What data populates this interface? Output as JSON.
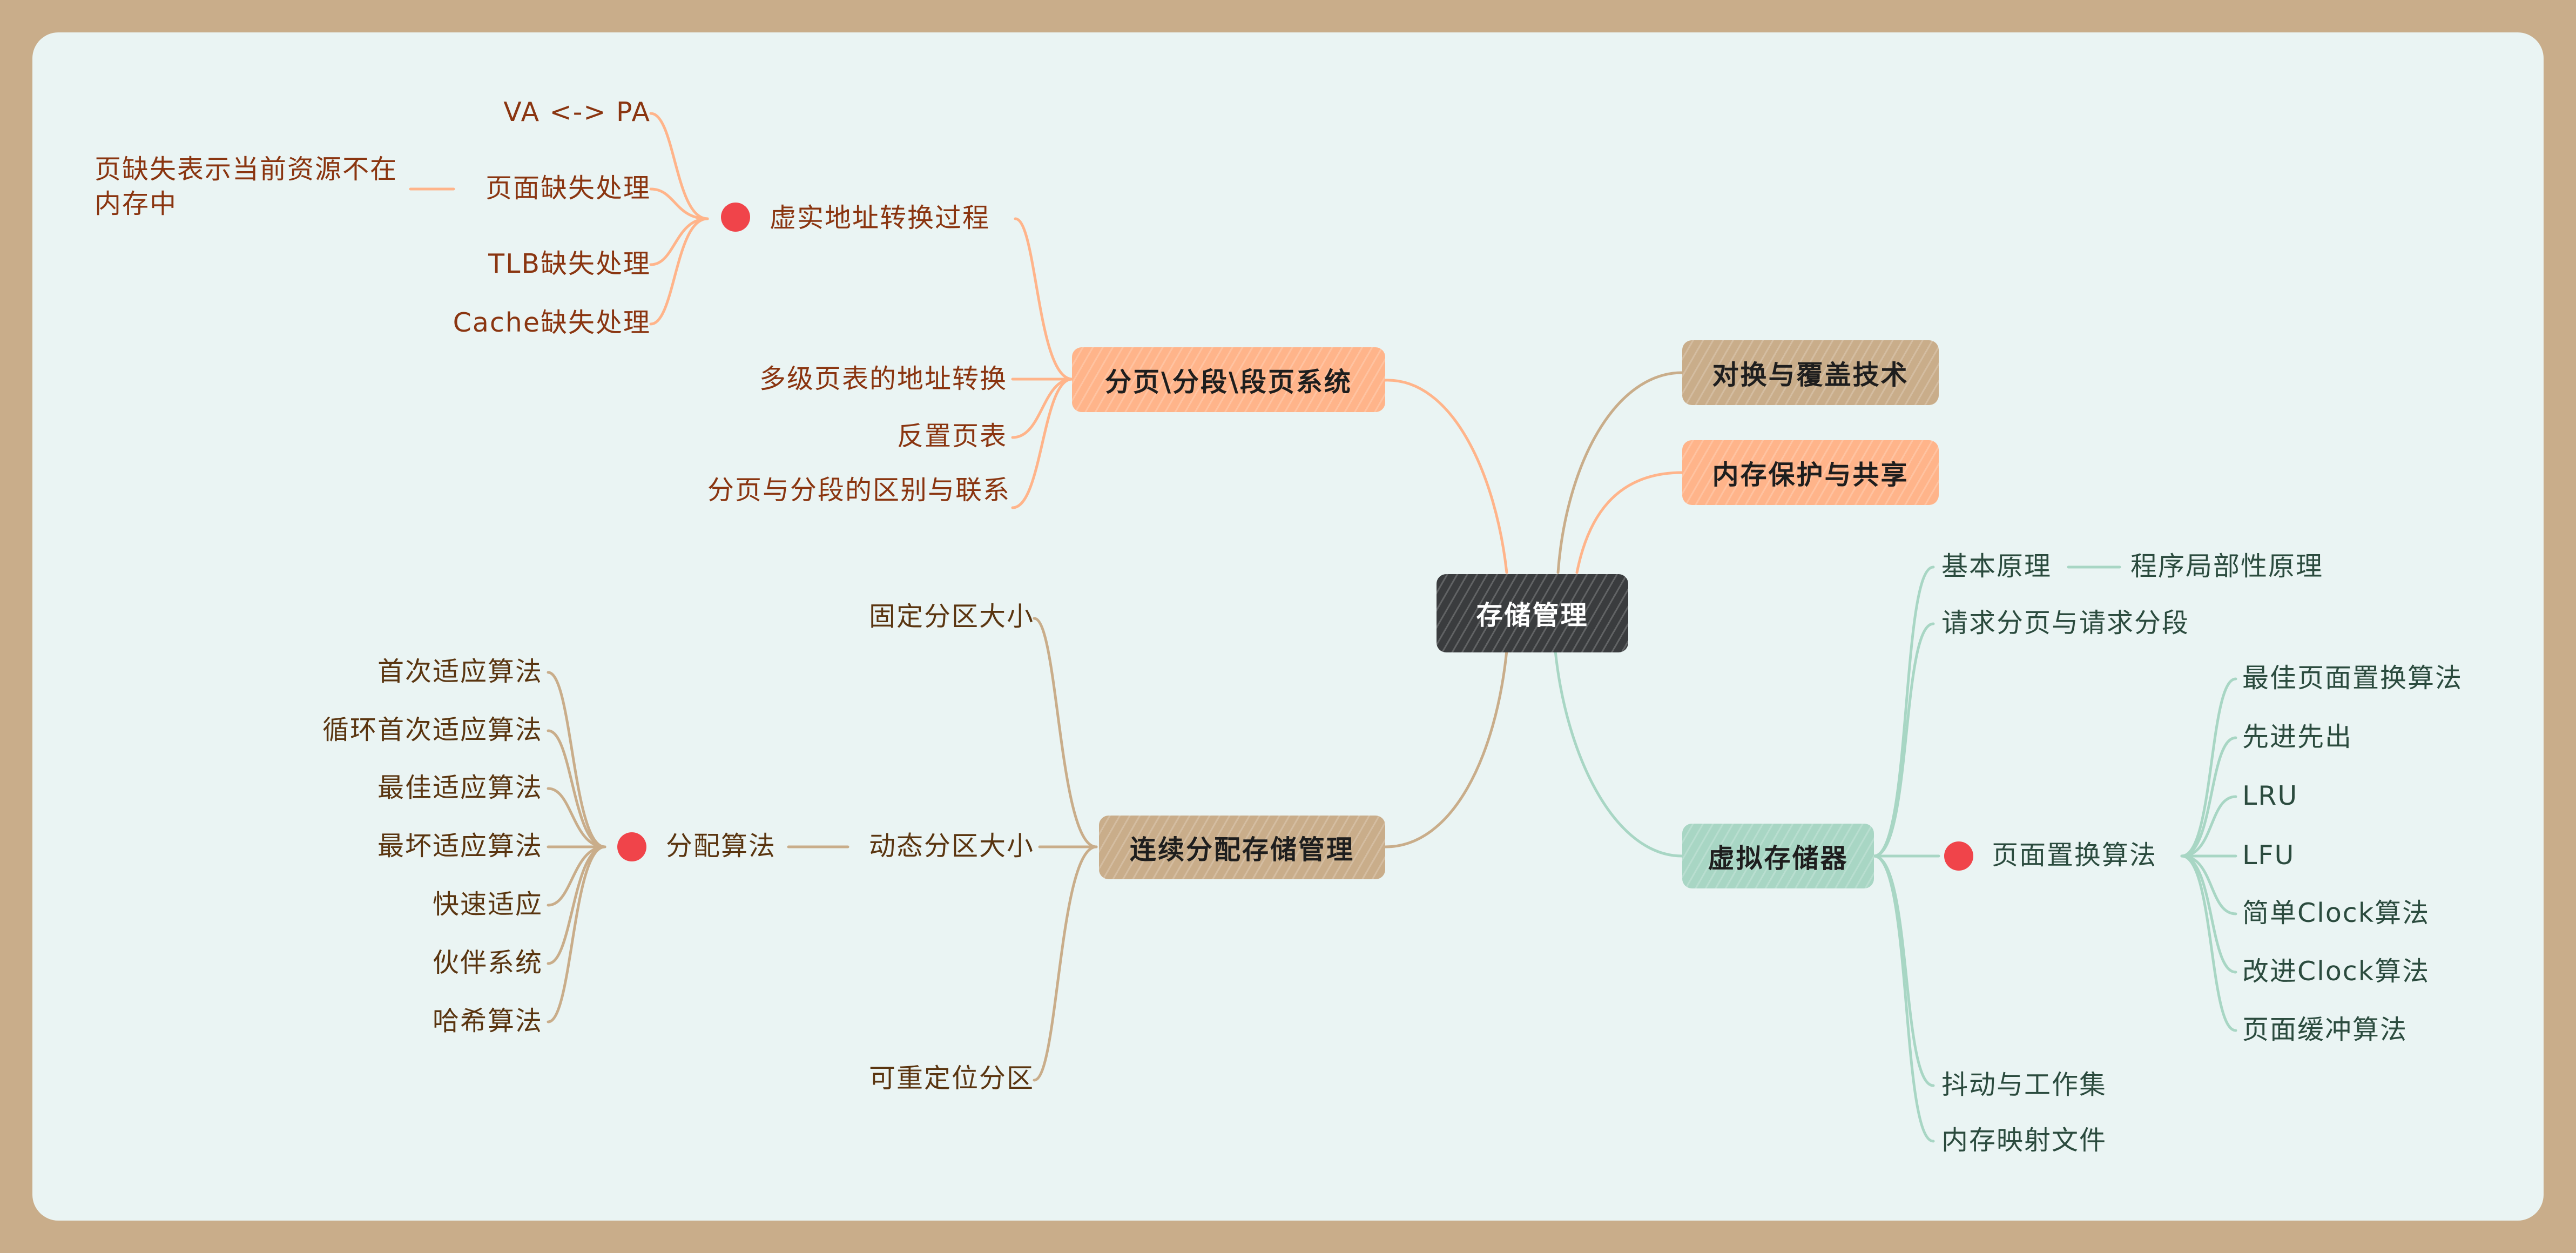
{
  "root": "存储管理",
  "colors": {
    "orange": "#ffb48a",
    "tan": "#c9ad8a",
    "green": "#a8d6c4",
    "dark": "#3a3c3e",
    "dot": "#f0444a"
  },
  "left": {
    "paging": {
      "label": "分页\\分段\\段页系统",
      "translation": {
        "label": "虚实地址转换过程",
        "children": {
          "va_pa": "VA <-> PA",
          "page_fault": {
            "label": "页面缺失处理",
            "note": "页缺失表示当前资源不在内存中"
          },
          "tlb_miss": "TLB缺失处理",
          "cache_miss": "Cache缺失处理"
        }
      },
      "multilevel": "多级页表的地址转换",
      "inverted": "反置页表",
      "diff": "分页与分段的区别与联系"
    },
    "contiguous": {
      "label": "连续分配存储管理",
      "fixed": "固定分区大小",
      "dynamic": {
        "label": "动态分区大小",
        "alloc": {
          "label": "分配算法",
          "children": [
            "首次适应算法",
            "循环首次适应算法",
            "最佳适应算法",
            "最坏适应算法",
            "快速适应",
            "伙伴系统",
            "哈希算法"
          ]
        }
      },
      "relocatable": "可重定位分区"
    }
  },
  "right": {
    "swap": "对换与覆盖技术",
    "protect": "内存保护与共享",
    "virtual": {
      "label": "虚拟存储器",
      "basic": {
        "label": "基本原理",
        "child": "程序局部性原理"
      },
      "demand": "请求分页与请求分段",
      "replace": {
        "label": "页面置换算法",
        "children": [
          "最佳页面置换算法",
          "先进先出",
          "LRU",
          "LFU",
          "简单Clock算法",
          "改进Clock算法",
          "页面缓冲算法"
        ]
      },
      "thrash": "抖动与工作集",
      "mmap": "内存映射文件"
    }
  }
}
